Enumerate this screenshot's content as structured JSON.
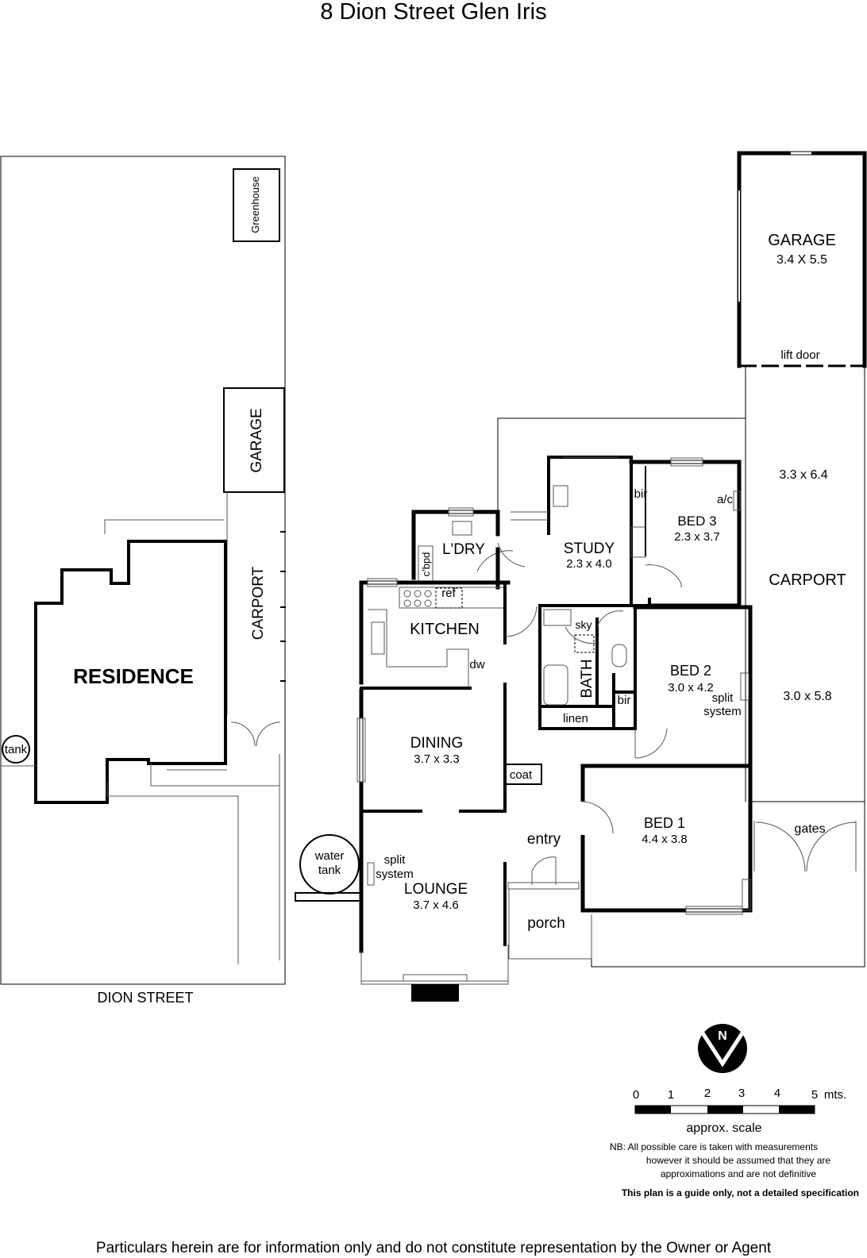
{
  "title": "8 Dion Street Glen Iris",
  "site_plan": {
    "greenhouse": "Greenhouse",
    "garage": "GARAGE",
    "carport": "CARPORT",
    "residence": "RESIDENCE",
    "tank": "tank",
    "street": "DION STREET"
  },
  "rooms": {
    "garage": {
      "name": "GARAGE",
      "dims": "3.4 X 5.5"
    },
    "lift_door": "lift door",
    "carport": {
      "name": "CARPORT",
      "dims_top": "3.3 x 6.4",
      "dims_bottom": "3.0 x 5.8"
    },
    "gates": "gates",
    "bed3": {
      "name": "BED 3",
      "dims": "2.3 x 3.7"
    },
    "bir_bed3": "bir",
    "ac": "a/c",
    "study": {
      "name": "STUDY",
      "dims": "2.3 x 4.0"
    },
    "laundry": {
      "name": "L'DRY"
    },
    "cbpd": "c'bpd",
    "kitchen": {
      "name": "KITCHEN"
    },
    "ref": "ref",
    "dw": "dw",
    "bath": {
      "name": "BATH"
    },
    "sky": "sky",
    "linen": "linen",
    "bir_bed2": "bir",
    "bed2": {
      "name": "BED 2",
      "dims": "3.0 x 4.2",
      "split": "split",
      "system": "system"
    },
    "dining": {
      "name": "DINING",
      "dims": "3.7 x 3.3"
    },
    "coat": "coat",
    "entry": "entry",
    "bed1": {
      "name": "BED 1",
      "dims": "4.4 x 3.8"
    },
    "water_tank_1": "water",
    "water_tank_2": "tank",
    "lounge_split": "split",
    "lounge_system": "system",
    "lounge": {
      "name": "LOUNGE",
      "dims": "3.7 x 4.6"
    },
    "porch": "porch"
  },
  "compass": {
    "letter": "N"
  },
  "scale": {
    "ticks": [
      "0",
      "1",
      "2",
      "3",
      "4",
      "5"
    ],
    "unit": "mts.",
    "label": "approx. scale"
  },
  "notes": {
    "nb_line1": "NB:  All possible care is taken with measurements",
    "nb_line2": "however it should be assumed that they are",
    "nb_line3": "approximations and are not definitive",
    "guide": "This plan is a guide only, not a detailed specification",
    "footer": "Particulars herein are for information only and do not constitute representation by the Owner or Agent"
  }
}
